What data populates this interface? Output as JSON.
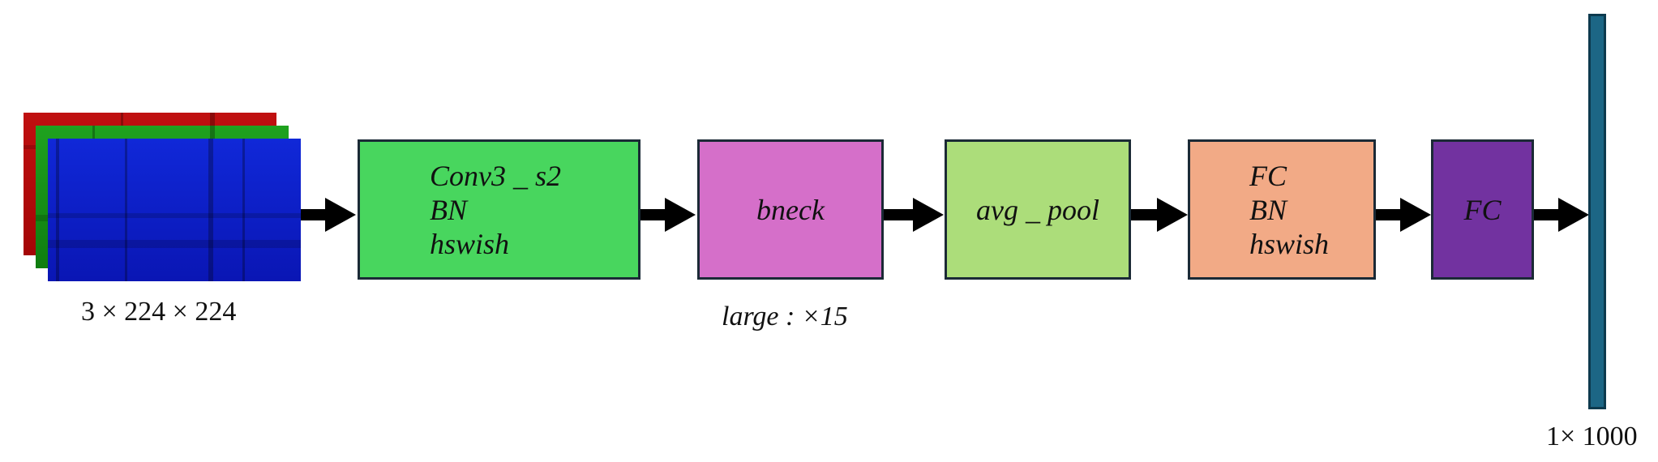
{
  "input": {
    "caption": "3 × 224 × 224"
  },
  "blocks": {
    "conv": {
      "lines": [
        "Conv3 _ s2",
        "BN",
        "hswish"
      ],
      "fill": "#48d65e"
    },
    "bneck": {
      "label": "bneck",
      "fill": "#d56fc9",
      "caption": "large : ×15"
    },
    "avg_pool": {
      "label": "avg _ pool",
      "fill": "#acdd7a"
    },
    "fc_bn": {
      "lines": [
        "FC",
        "BN",
        "hswish"
      ],
      "fill": "#f2aa86"
    },
    "fc": {
      "label": "FC",
      "fill": "#7232a0"
    }
  },
  "output": {
    "caption": "1× 1000",
    "fill": "#1c6685"
  }
}
